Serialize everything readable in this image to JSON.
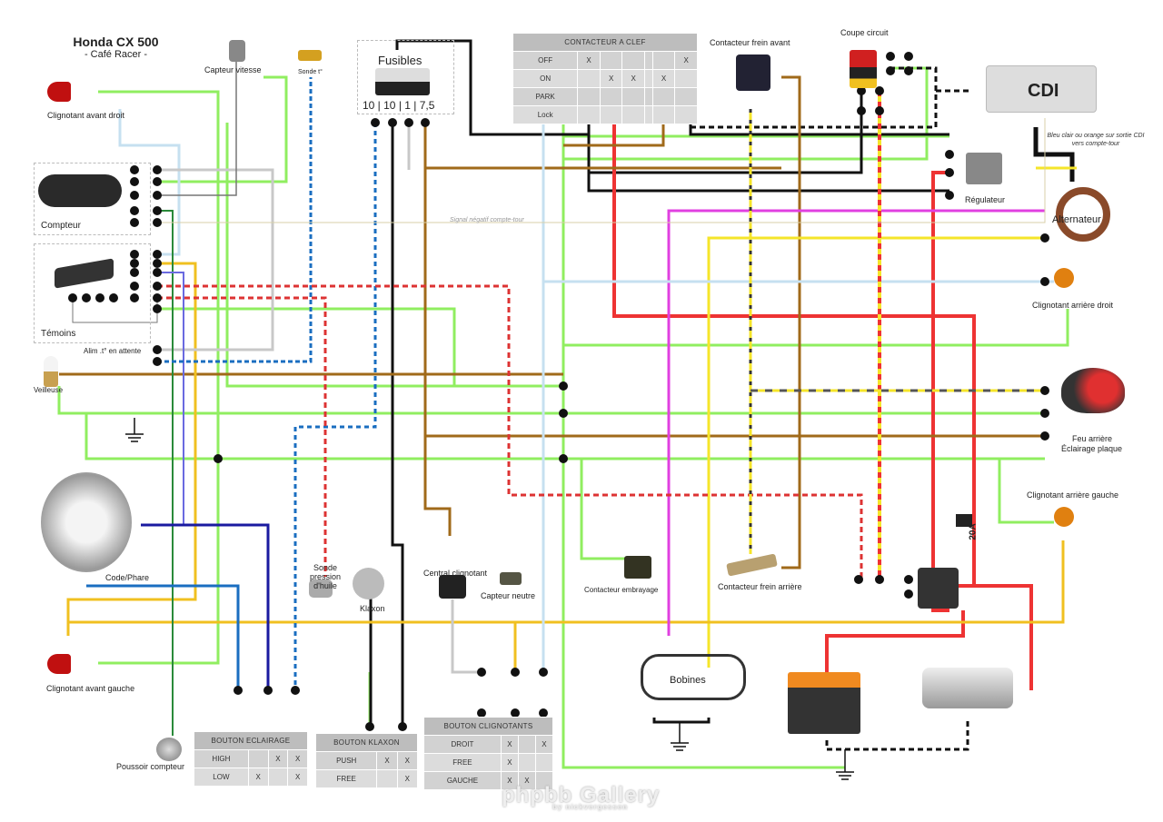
{
  "title": {
    "line1": "Honda CX 500",
    "line2": "- Café Racer -"
  },
  "components": {
    "clignotant_avant_droit": "Clignotant avant droit",
    "capteur_vitesse": "Capteur vitesse",
    "sonde_t": "Sonde t°",
    "fusibles": "Fusibles",
    "fusibles_values": "10 | 10 | 1 | 7,5",
    "contacteur_frein_avant": "Contacteur  frein avant",
    "coupe_circuit": "Coupe circuit",
    "cdi": "CDI",
    "cdi_note": "Bleu clair ou orange sur sortie CDI vers compte-tour",
    "compteur": "Compteur",
    "regulateur": "Régulateur",
    "alternateur": "Alternateur",
    "signal_negatif": "Signal négatif compte-tour",
    "temoins": "Témoins",
    "alim_t": "Alim .t° en attente",
    "clignotant_arriere_droit": "Clignotant arrière droit",
    "veilleuse": "Veilleuse",
    "feu_arriere": "Feu arrière",
    "eclairage_plaque": "Éclairage plaque",
    "clignotant_arriere_gauche": "Clignotant arrière gauche",
    "code_phare": "Code/Phare",
    "sonde_pression": "Sonde pression d'huile",
    "klaxon": "Klaxon",
    "central_clignotant": "Central clignotant",
    "capteur_neutre": "Capteur neutre",
    "contacteur_embrayage": "Contacteur embrayage",
    "contacteur_frein_arriere": "Contacteur frein arrière",
    "fuse_20a": "20A",
    "clignotant_avant_gauche": "Clignotant avant gauche",
    "poussoir_compteur": "Poussoir compteur",
    "bobines": "Bobines"
  },
  "tables": {
    "contacteur_clef": {
      "header": "CONTACTEUR A CLEF",
      "rows": [
        {
          "label": "OFF",
          "cells": [
            "X",
            "",
            "",
            "",
            "",
            "X"
          ]
        },
        {
          "label": "ON",
          "cells": [
            "",
            "X",
            "X",
            "",
            "X",
            ""
          ]
        },
        {
          "label": "PARK",
          "cells": [
            "",
            "",
            "",
            "",
            "",
            ""
          ]
        },
        {
          "label": "Lock",
          "cells": [
            "",
            "",
            "",
            "",
            "",
            ""
          ]
        }
      ]
    },
    "bouton_eclairage": {
      "header": "BOUTON ECLAIRAGE",
      "rows": [
        {
          "label": "HIGH",
          "cells": [
            "",
            "X",
            "X"
          ]
        },
        {
          "label": "LOW",
          "cells": [
            "X",
            "",
            "X"
          ]
        }
      ]
    },
    "bouton_klaxon": {
      "header": "BOUTON KLAXON",
      "rows": [
        {
          "label": "PUSH",
          "cells": [
            "X",
            "X"
          ]
        },
        {
          "label": "FREE",
          "cells": [
            "",
            "X"
          ]
        }
      ]
    },
    "bouton_clignotants": {
      "header": "BOUTON CLIGNOTANTS",
      "rows": [
        {
          "label": "DROIT",
          "cells": [
            "X",
            "",
            "X"
          ]
        },
        {
          "label": "FREE",
          "cells": [
            "X",
            "",
            ""
          ]
        },
        {
          "label": "GAUCHE",
          "cells": [
            "X",
            "X",
            ""
          ]
        }
      ]
    }
  },
  "watermark": {
    "main": "phpbb Gallery",
    "sub": "by nickvergessen"
  },
  "wire_colors": {
    "green": "#90ee60",
    "black": "#111111",
    "red": "#ee3333",
    "brown": "#a06a1a",
    "yellow": "#f5e52a",
    "gold": "#f0c020",
    "magenta": "#e040e0",
    "lightblue": "#c6e0f0",
    "grey": "#c8c8c8",
    "darkgreen": "#2a8a3a",
    "blue": "#1a6ec0",
    "navy": "#1a1aa0",
    "violet": "#6a6ae0"
  }
}
